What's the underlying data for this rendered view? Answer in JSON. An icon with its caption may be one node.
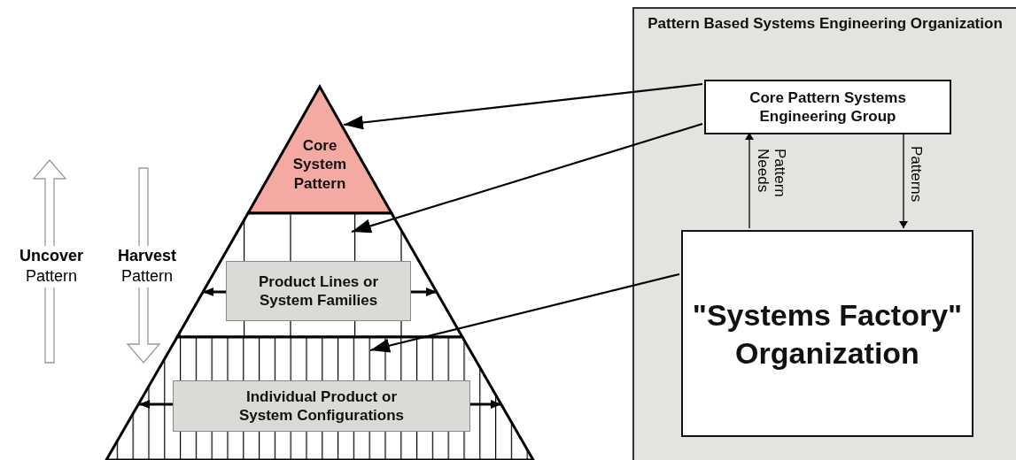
{
  "diagram": {
    "nodes": [
      {
        "text": [
          "Core System Pattern"
        ]
      },
      {
        "text": [],
        "shape": "trapezoid"
      },
      {
        "text": [
          "Product Lines or System Families"
        ],
        "in": 1
      },
      {
        "text": [],
        "shape": "trapezoid"
      },
      {
        "text": [
          "Individual Product or System Configurations"
        ],
        "in": 3
      },
      {
        "text": [
          "Pattern Based Systems Engineering Organization"
        ]
      },
      {
        "text": [
          "Core Pattern Systems Engineering Group"
        ],
        "in": 5
      },
      {
        "text": [
          "\"Systems Factory\" Organization"
        ],
        "in": 5
      }
    ],
    "edges": [
      {
        "from": 6,
        "to": 0,
        "arrow": "to"
      },
      {
        "from": 6,
        "to": 1,
        "arrow": "to"
      },
      {
        "from": 7,
        "to": 3,
        "arrow": "to"
      },
      {
        "from": 7,
        "to": 6,
        "arrow": "to",
        "label": "Pattern Needs"
      },
      {
        "from": 6,
        "to": 7,
        "arrow": "to",
        "label": "Patterns"
      },
      {
        "from": 2,
        "to": 1,
        "arrow": "to"
      },
      {
        "from": 2,
        "to": 1,
        "arrow": "to"
      },
      {
        "from": 4,
        "to": 3,
        "arrow": "to"
      },
      {
        "from": 4,
        "to": 3,
        "arrow": "to"
      }
    ],
    "labels": [
      "**Uncover** Pattern",
      "**Harvest** Pattern"
    ]
  }
}
